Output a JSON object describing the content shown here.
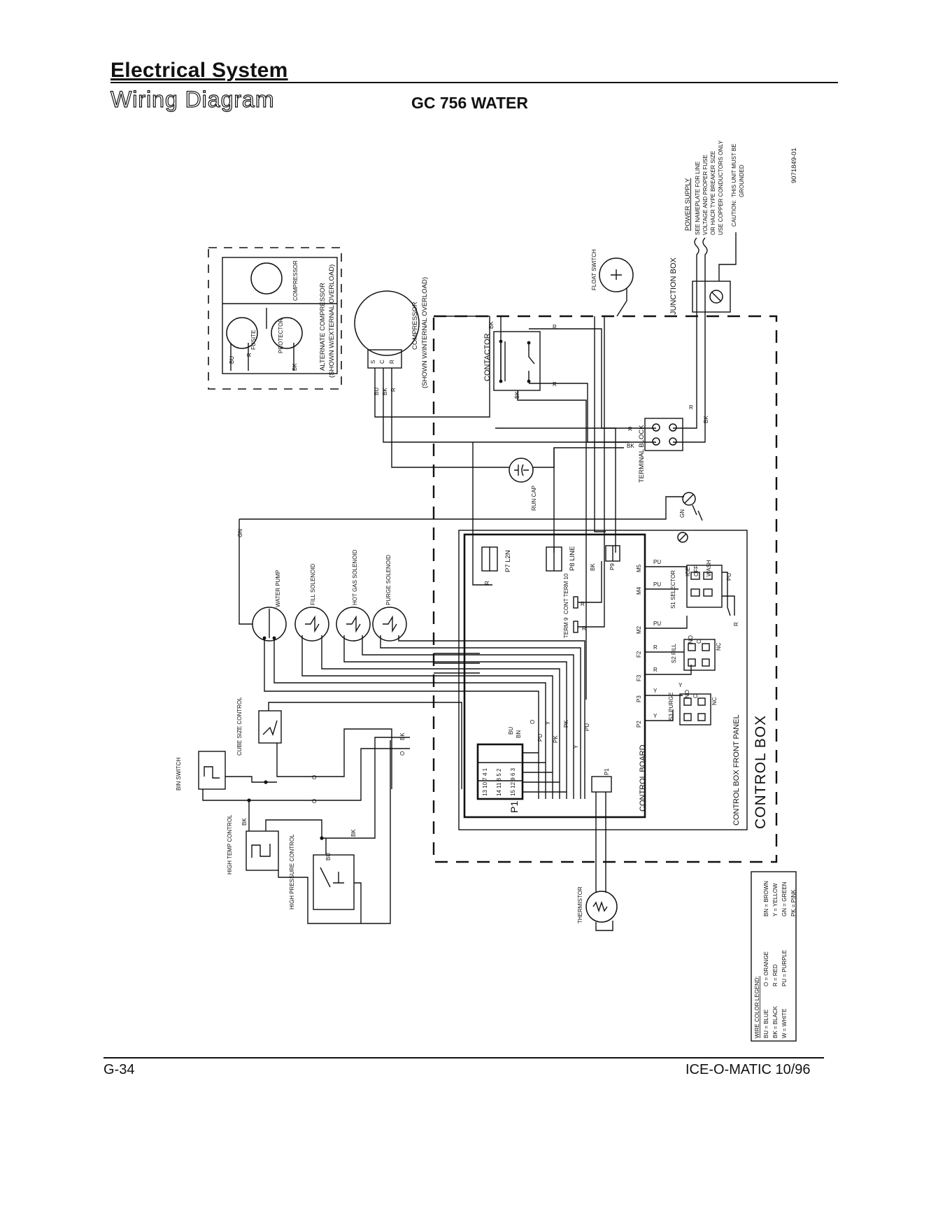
{
  "header": {
    "section_title": "Electrical System",
    "subtitle": "Wiring Diagram",
    "model": "GC 756 WATER"
  },
  "footer": {
    "page_number": "G-34",
    "brand_date": "ICE-O-MATIC 10/96"
  },
  "drawing_number": "9071849-01",
  "power_supply": {
    "title": "POWER SUPPLY",
    "notes": [
      "SEE NAMEPLATE FOR LINE",
      "VOLTAGE AND PROPER FUSE",
      "OR HACR TYPE BREAKER SIZE",
      "USE COPPER CONDUCTORS ONLY"
    ],
    "caution_label": "CAUTION:",
    "caution_text": "THIS UNIT MUST BE",
    "caution_text2": "GROUNDED"
  },
  "components": {
    "junction_box": "JUNCTION BOX",
    "float_switch": "FLOAT SWITCH",
    "contactor": "CONTACTOR",
    "terminal_block": "TERMINAL BLOCK",
    "run_cap": "RUN CAP",
    "compressor_main": "COMPRESSOR",
    "compressor_main_note": "(SHOWN W/INTERNAL OVERLOAD)",
    "alt_compressor": "ALTERNATE COMPRESSOR",
    "alt_compressor_note": "(SHOWN W/EXTERNAL OVERLOAD)",
    "alt_compressor_tag": "COMPRESSOR",
    "protector": "PROTECTOR",
    "fusite": "FUSITE",
    "water_pump": "WATER PUMP",
    "fill_solenoid": "FILL SOLENOID",
    "hot_gas_solenoid": "HOT GAS SOLENOID",
    "purge_solenoid": "PURGE SOLENOID",
    "cube_size_control": "CUBE SIZE CONTROL",
    "bin_switch": "BIN SWITCH",
    "high_temp_control": "HIGH TEMP CONTROL",
    "high_pressure_control": "HIGH PRESSURE CONTROL",
    "thermistor": "THERMISTOR",
    "control_board": "CONTROL BOARD",
    "control_box_front_panel": "CONTROL BOX FRONT PANEL",
    "control_box": "CONTROL BOX",
    "p7": "P7 L2N",
    "p8": "P8 LINE",
    "p9": "P9",
    "p1": "P1",
    "cont_term": "CONT TERM 10",
    "term9": "TERM 9",
    "s1": "S1 SELECTOR",
    "s2": "S2 FILL",
    "s3": "S3 PURGE",
    "ice": "ICE",
    "off": "OFF",
    "wash": "WASH",
    "no": "NO",
    "nc": "NC",
    "c": "C"
  },
  "board_pins": [
    "M5",
    "M4",
    "M2",
    "F2",
    "F3",
    "P3",
    "P2"
  ],
  "p1_pins": [
    "13",
    "10",
    "7",
    "4",
    "1",
    "14",
    "11",
    "8",
    "5",
    "2",
    "15",
    "12",
    "9",
    "6",
    "3"
  ],
  "wire_tags": {
    "bu": "BU",
    "bk": "BK",
    "r": "R",
    "gn": "GN",
    "pu": "PU",
    "y": "Y",
    "o": "O",
    "pk": "PK",
    "bn": "BN",
    "s": "S",
    "c": "C"
  },
  "legend": {
    "title": "WIRE COLOR LEGEND:",
    "entries": [
      "BU = BLUE",
      "BK = BLACK",
      "W = WHITE",
      "O = ORANGE",
      "R = RED",
      "PU = PURPLE",
      "BN = BROWN",
      "Y = YELLOW",
      "GN = GREEN",
      "PK = PINK"
    ]
  }
}
